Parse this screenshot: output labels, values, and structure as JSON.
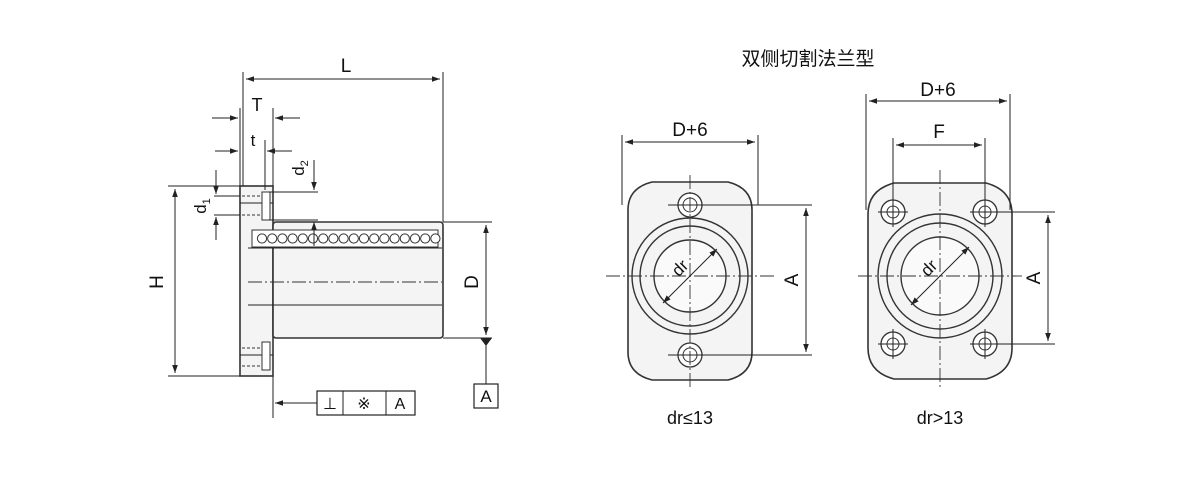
{
  "title": "双侧切割法兰型",
  "side_view": {
    "dims": {
      "L": "L",
      "T": "T",
      "t": "t",
      "d1_main": "d",
      "d1_sub": "1",
      "d2_main": "d",
      "d2_sub": "2",
      "H": "H",
      "D": "D"
    },
    "tolerance_frame": [
      "⊥",
      "※",
      "A"
    ],
    "datum": "A"
  },
  "left_view": {
    "dims": {
      "width": "D+6",
      "height": "A",
      "bore": "dr"
    },
    "caption": "dr≤13"
  },
  "right_view": {
    "dims": {
      "width": "D+6",
      "inner": "F",
      "height": "A",
      "bore": "dr"
    },
    "caption": "dr>13"
  },
  "colors": {
    "line": "#222222",
    "body_fill": "#f4f4f4",
    "shade": "#dcdcdc"
  }
}
